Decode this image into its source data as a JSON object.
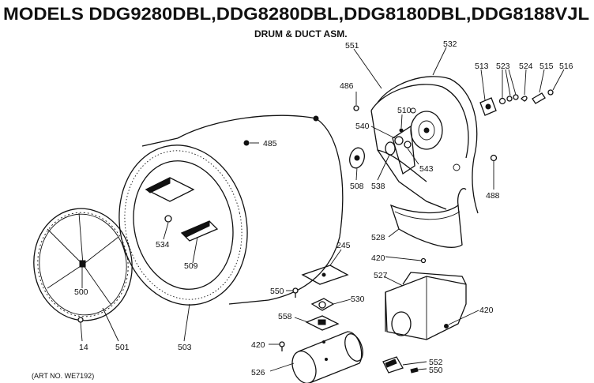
{
  "header": {
    "title": "MODELS DDG9280DBL,DDG8280DBL,DDG8180DBL,DDG8188VJL",
    "subtitle": "DRUM & DUCT ASM."
  },
  "footer": {
    "art_number": "(ART NO. WE7192)"
  },
  "parts": {
    "p551": "551",
    "p532": "532",
    "p513": "513",
    "p523": "523",
    "p524": "524",
    "p515": "515",
    "p516": "516",
    "p486": "486",
    "p510": "510",
    "p540": "540",
    "p485": "485",
    "p543": "543",
    "p508": "508",
    "p538": "538",
    "p488": "488",
    "p528": "528",
    "p534": "534",
    "p509": "509",
    "p420a": "420",
    "p245": "245",
    "p527": "527",
    "p500": "500",
    "p550a": "550",
    "p530": "530",
    "p420b": "420",
    "p558": "558",
    "p14": "14",
    "p501": "501",
    "p503": "503",
    "p420c": "420",
    "p526": "526",
    "p552": "552",
    "p550b": "550"
  }
}
